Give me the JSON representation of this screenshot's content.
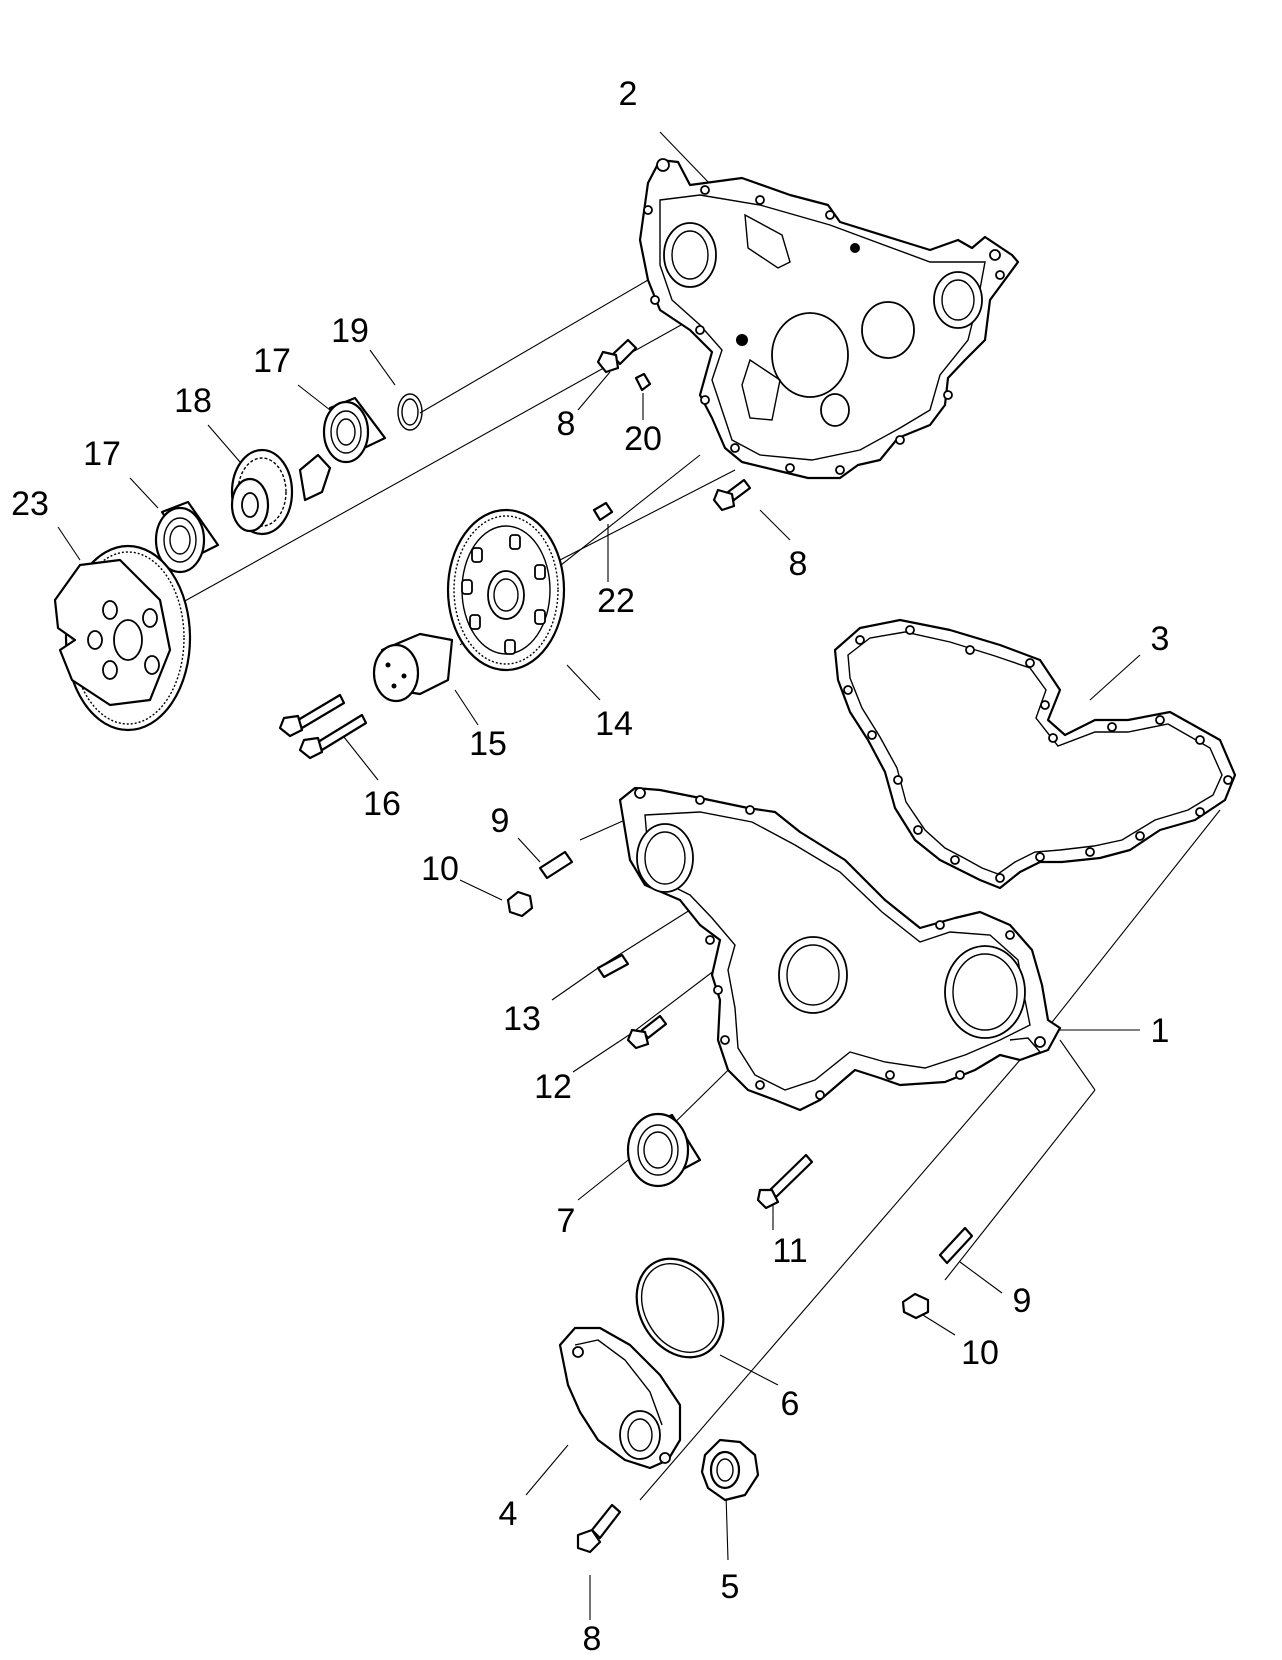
{
  "callouts": [
    {
      "id": "c2",
      "text": "2"
    },
    {
      "id": "c19",
      "text": "19"
    },
    {
      "id": "c17a",
      "text": "17"
    },
    {
      "id": "c18",
      "text": "18"
    },
    {
      "id": "c17b",
      "text": "17"
    },
    {
      "id": "c23",
      "text": "23"
    },
    {
      "id": "c8a",
      "text": "8"
    },
    {
      "id": "c20",
      "text": "20"
    },
    {
      "id": "c8b",
      "text": "8"
    },
    {
      "id": "c22",
      "text": "22"
    },
    {
      "id": "c3",
      "text": "3"
    },
    {
      "id": "c14",
      "text": "14"
    },
    {
      "id": "c15",
      "text": "15"
    },
    {
      "id": "c16",
      "text": "16"
    },
    {
      "id": "c9a",
      "text": "9"
    },
    {
      "id": "c10a",
      "text": "10"
    },
    {
      "id": "c13",
      "text": "13"
    },
    {
      "id": "c1",
      "text": "1"
    },
    {
      "id": "c12",
      "text": "12"
    },
    {
      "id": "c7",
      "text": "7"
    },
    {
      "id": "c11",
      "text": "11"
    },
    {
      "id": "c9b",
      "text": "9"
    },
    {
      "id": "c10b",
      "text": "10"
    },
    {
      "id": "c6",
      "text": "6"
    },
    {
      "id": "c4",
      "text": "4"
    },
    {
      "id": "c5",
      "text": "5"
    },
    {
      "id": "c8c",
      "text": "8"
    }
  ]
}
